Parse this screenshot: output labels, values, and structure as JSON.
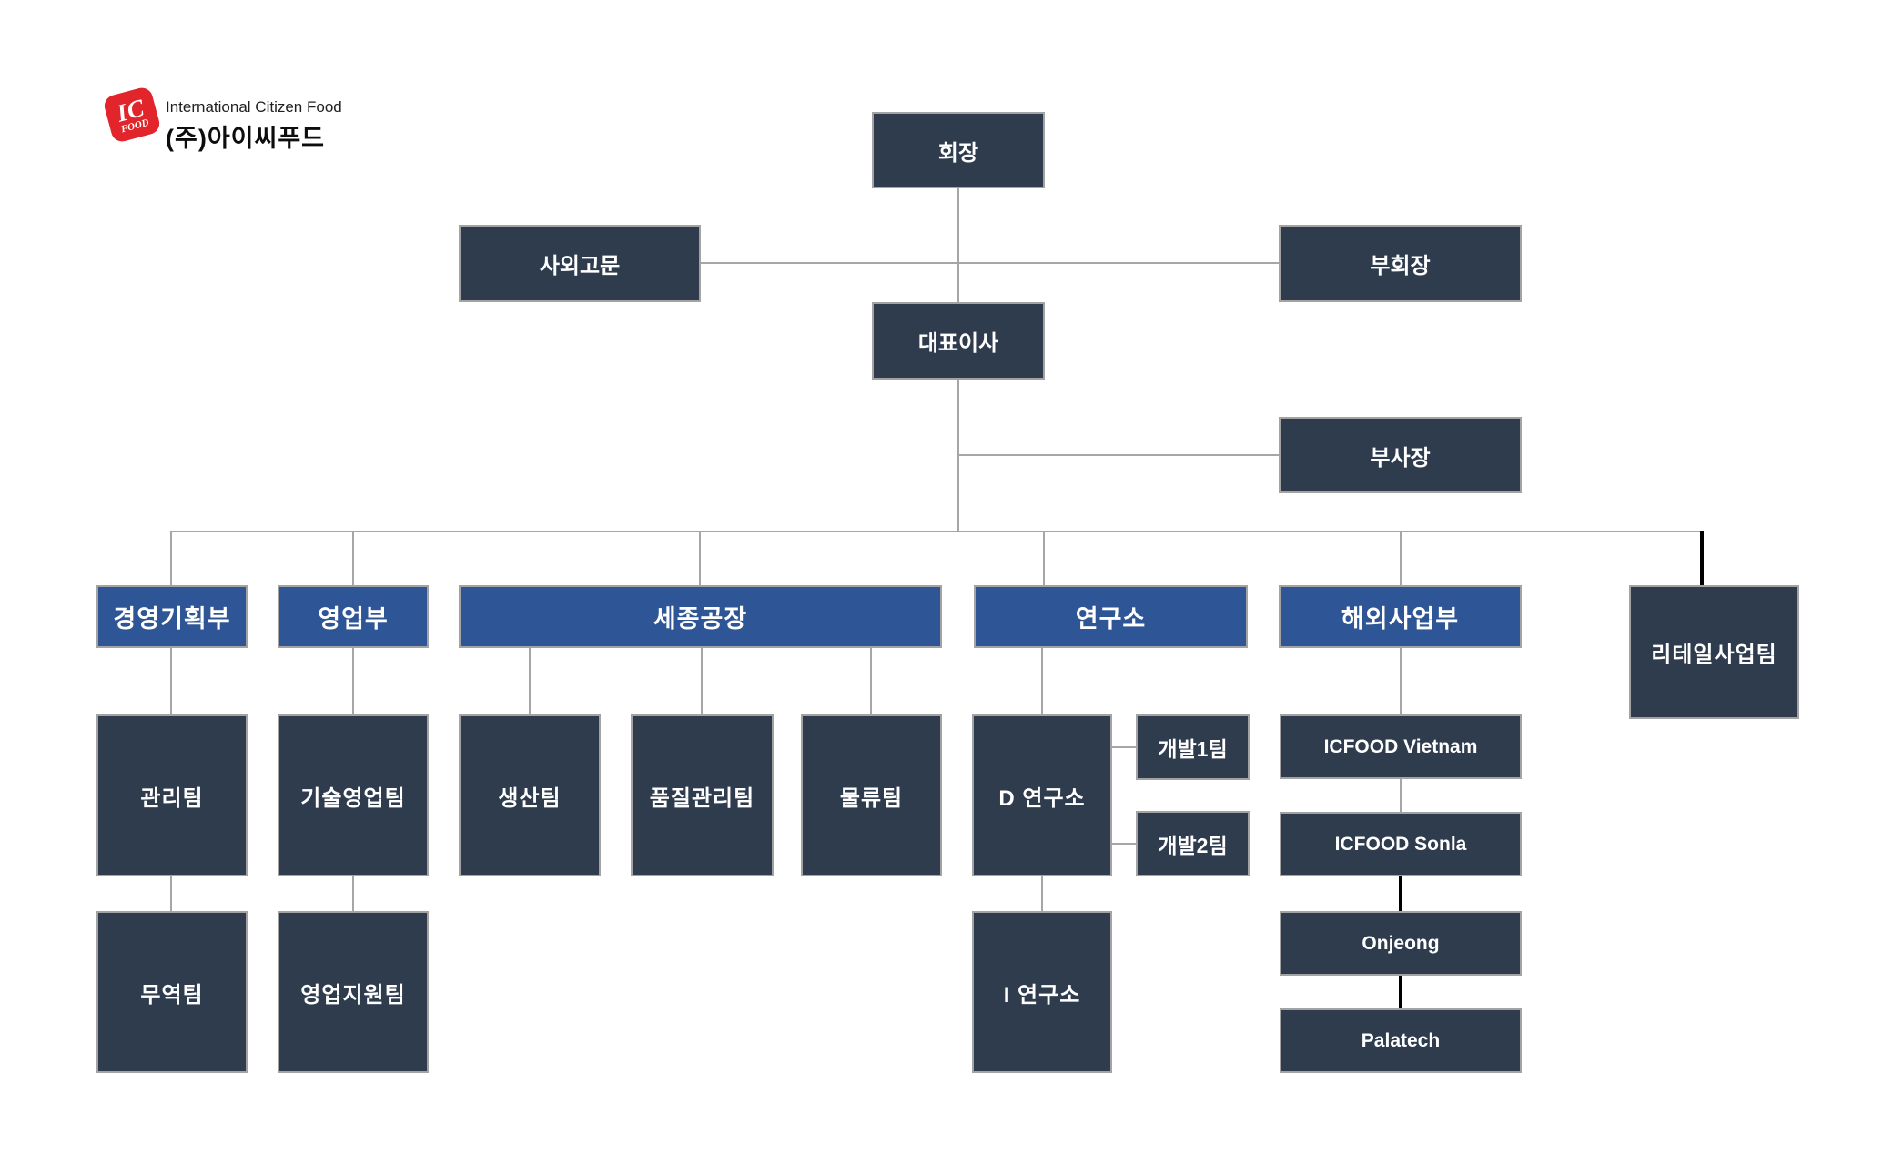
{
  "logo": {
    "badge_line1": "IC",
    "badge_line2": "FOOD",
    "tagline": "International Citizen Food",
    "company_name": "(주)아이씨푸드"
  },
  "colors": {
    "navy": "#2f3c4e",
    "blue": "#2e5595",
    "border": "#a3a3a3",
    "line": "#a6a6a6",
    "black_line": "#000000",
    "logo_red": "#e2242b"
  },
  "nodes": {
    "chairman": "회장",
    "outside_advisor": "사외고문",
    "vice_chairman": "부회장",
    "ceo": "대표이사",
    "evp": "부사장",
    "dept_planning": "경영기획부",
    "dept_sales": "영업부",
    "dept_sejong": "세종공장",
    "dept_research": "연구소",
    "dept_overseas": "해외사업부",
    "retail_team": "리테일사업팀",
    "team_admin": "관리팀",
    "team_tech_sales": "기술영업팀",
    "team_production": "생산팀",
    "team_quality": "품질관리팀",
    "team_logistics": "물류팀",
    "d_lab": "D 연구소",
    "dev_team1": "개발1팀",
    "dev_team2": "개발2팀",
    "icfood_vietnam": "ICFOOD Vietnam",
    "icfood_sonla": "ICFOOD Sonla",
    "onjeong": "Onjeong",
    "palatech": "Palatech",
    "team_trade": "무역팀",
    "team_sales_support": "영업지원팀",
    "i_lab": "I 연구소"
  }
}
